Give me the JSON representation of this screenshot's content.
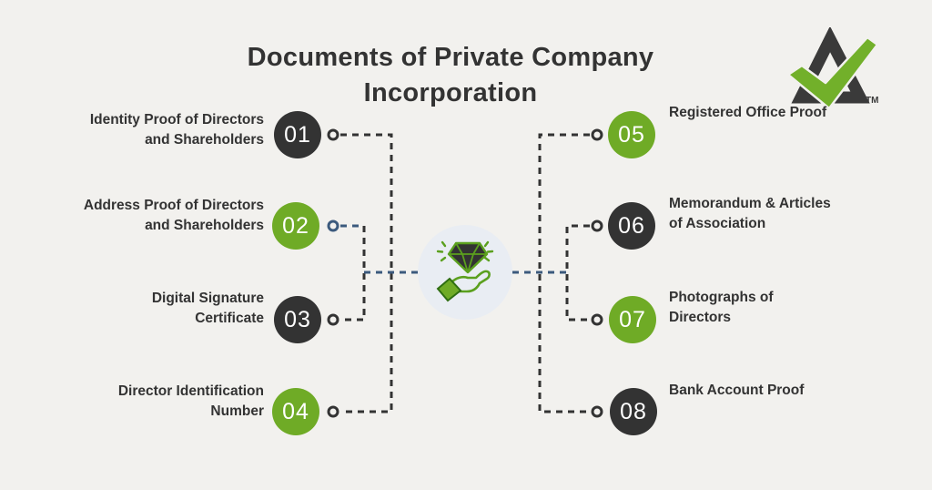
{
  "title": {
    "line1": "Documents of Private Company",
    "line2": "Incorporation"
  },
  "brand": {
    "trademark": "TM",
    "logo": "letter-A-with-green-checkmark"
  },
  "center": {
    "icon": "hand-holding-diamond-icon"
  },
  "colors": {
    "background": "#f2f1ee",
    "dark": "#333333",
    "green": "#6fab26",
    "logo_green": "#72b02a",
    "blue": "#3c5a7d",
    "center_circle": "#e9edf3",
    "icon_green": "#5ba01e",
    "number_text": "#ffffff"
  },
  "items": {
    "left": [
      {
        "number": "01",
        "line1": "Identity Proof of Directors",
        "line2": "and Shareholders",
        "variant": "dark"
      },
      {
        "number": "02",
        "line1": "Address Proof of Directors",
        "line2": "and Shareholders",
        "variant": "green"
      },
      {
        "number": "03",
        "line1": "Digital Signature",
        "line2": "Certificate",
        "variant": "dark"
      },
      {
        "number": "04",
        "line1": "Director Identification",
        "line2": "Number",
        "variant": "green"
      }
    ],
    "right": [
      {
        "number": "05",
        "line1": "Registered Office Proof",
        "line2": "",
        "variant": "green"
      },
      {
        "number": "06",
        "line1": "Memorandum & Articles",
        "line2": "of Association",
        "variant": "dark"
      },
      {
        "number": "07",
        "line1": "Photographs of",
        "line2": "Directors",
        "variant": "green"
      },
      {
        "number": "08",
        "line1": "Bank Account Proof",
        "line2": "",
        "variant": "dark"
      }
    ]
  }
}
